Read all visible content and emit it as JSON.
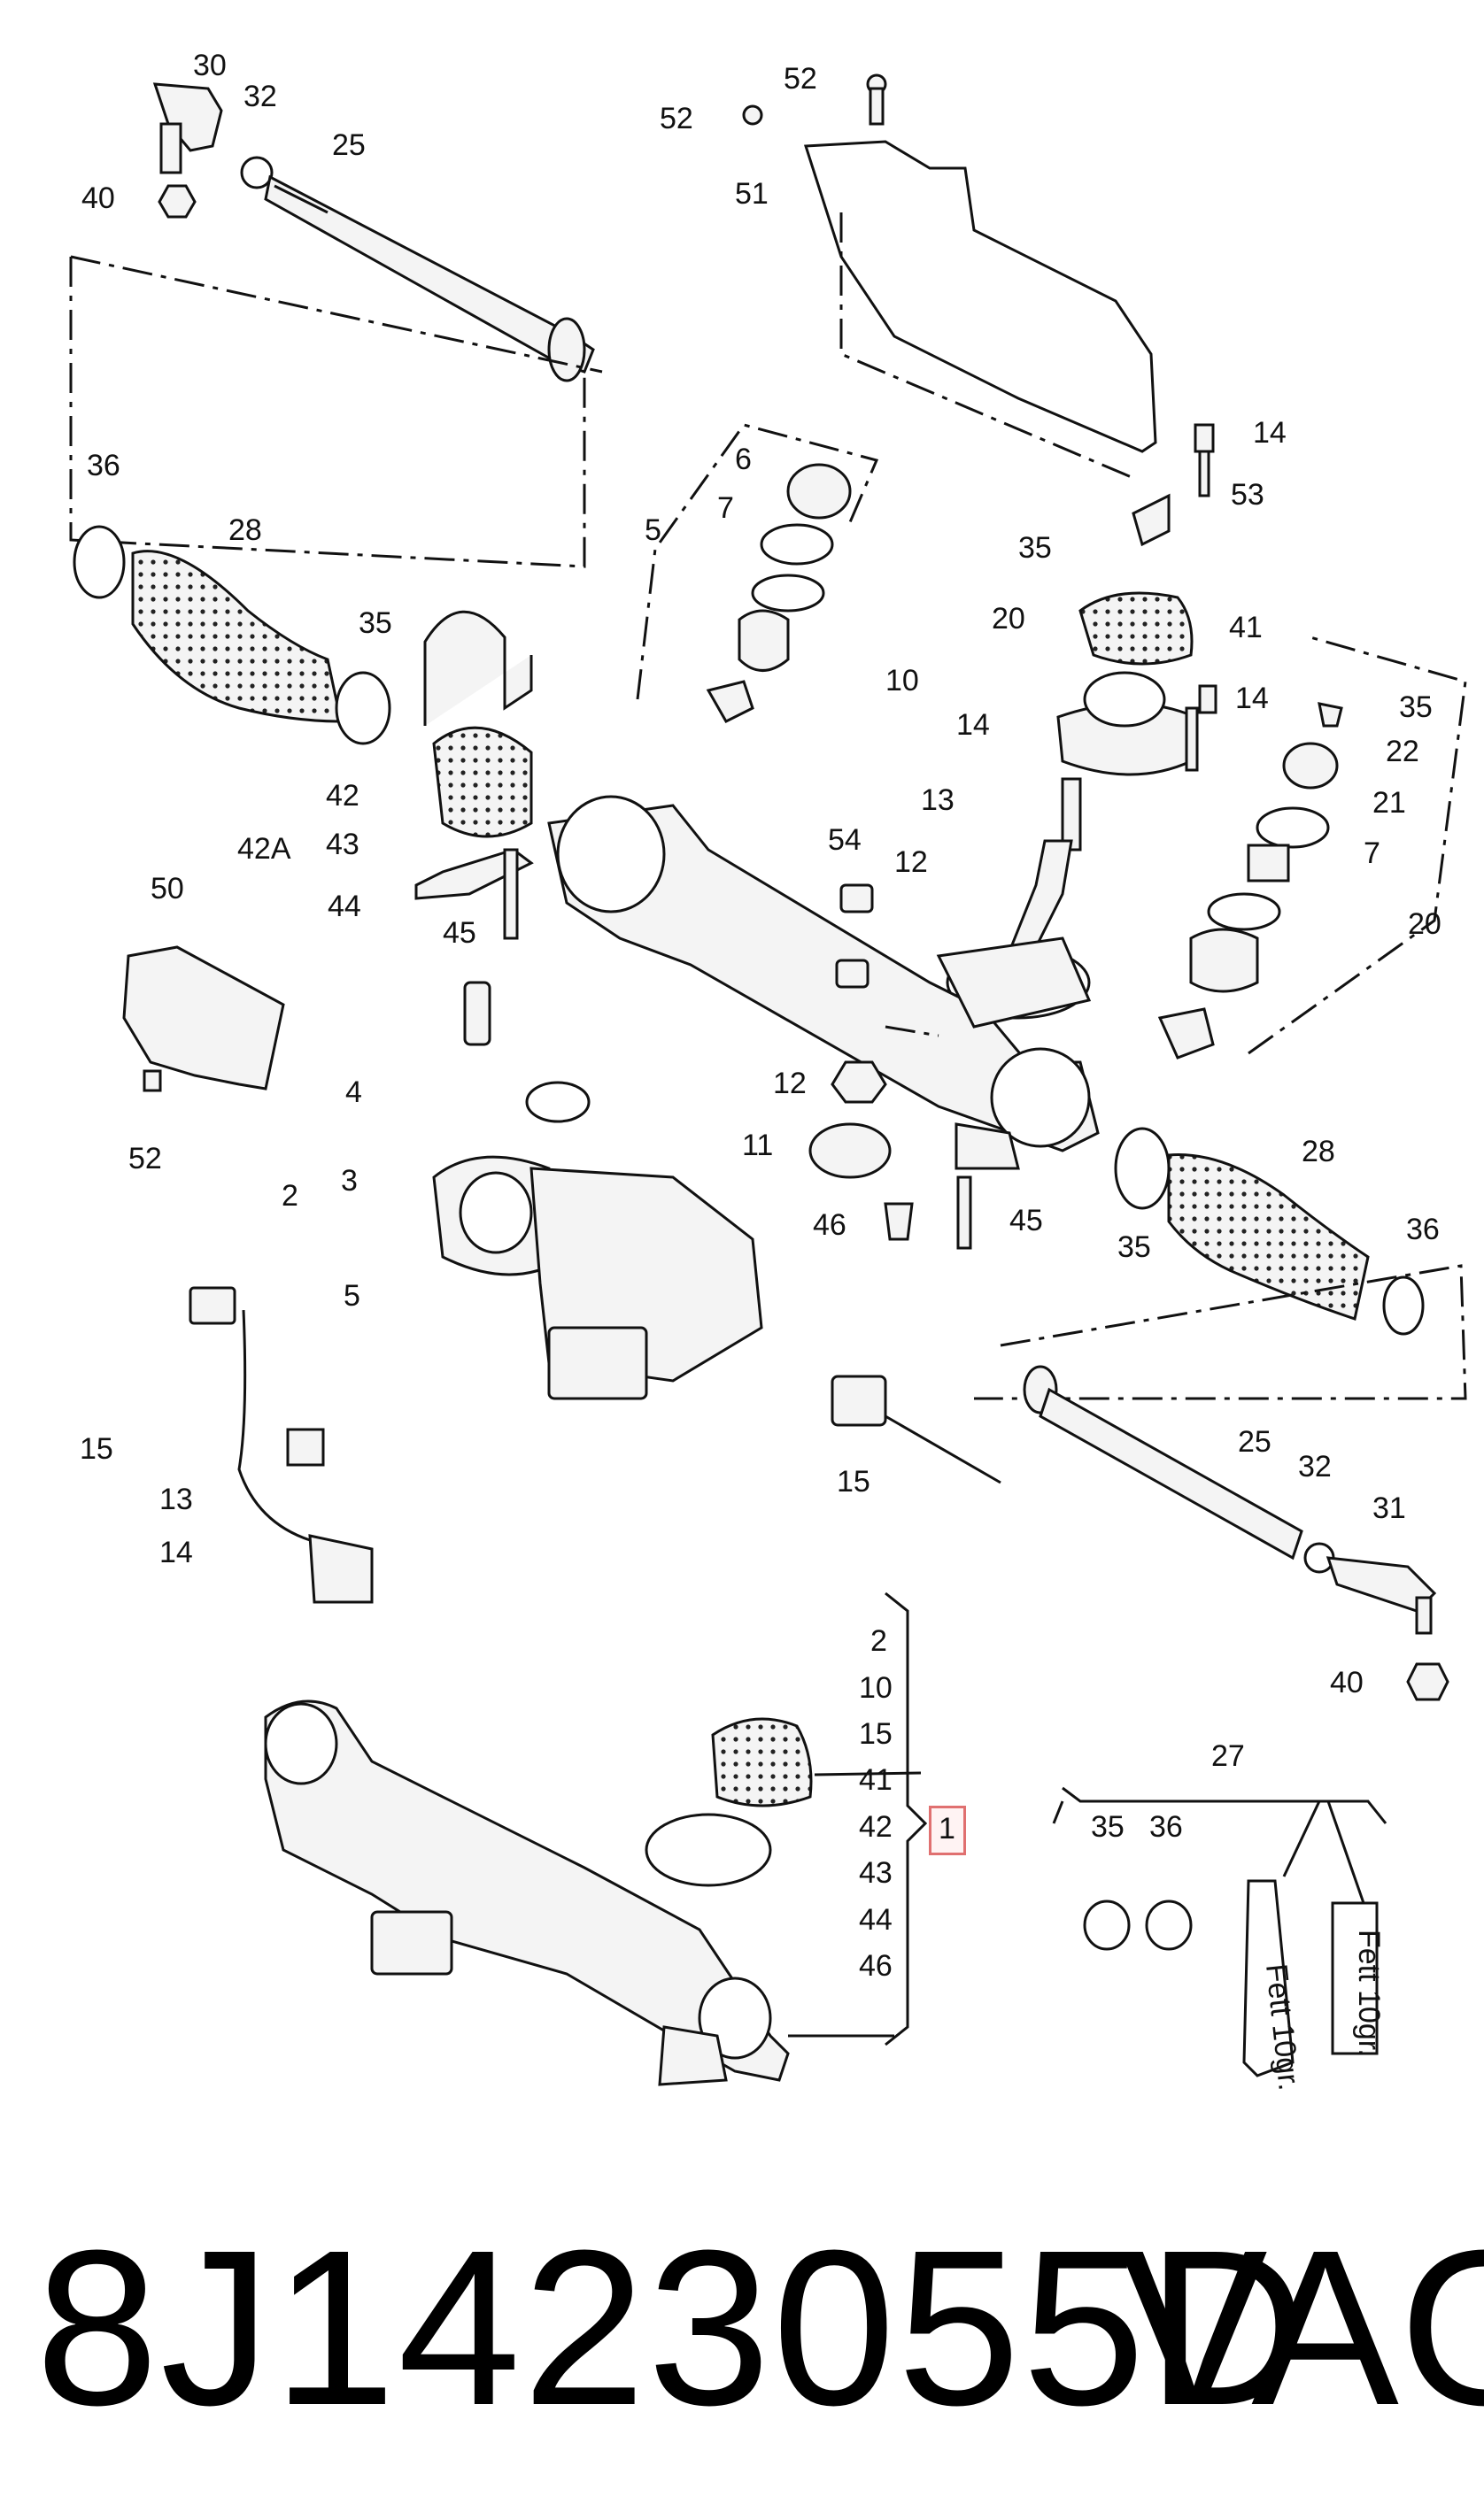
{
  "footer": {
    "part_number": "8J1423055D",
    "brand": "VAG"
  },
  "highlight": {
    "callout": "1",
    "color": "#e07070"
  },
  "callouts": [
    {
      "id": "c30",
      "text": "30"
    },
    {
      "id": "c32a",
      "text": "32"
    },
    {
      "id": "c25a",
      "text": "25"
    },
    {
      "id": "c40a",
      "text": "40"
    },
    {
      "id": "c52a",
      "text": "52"
    },
    {
      "id": "c52b",
      "text": "52"
    },
    {
      "id": "c51",
      "text": "51"
    },
    {
      "id": "c36a",
      "text": "36"
    },
    {
      "id": "c28a",
      "text": "28"
    },
    {
      "id": "c35a",
      "text": "35"
    },
    {
      "id": "c42",
      "text": "42"
    },
    {
      "id": "c42A",
      "text": "42A"
    },
    {
      "id": "c43",
      "text": "43"
    },
    {
      "id": "c44",
      "text": "44"
    },
    {
      "id": "c45a",
      "text": "45"
    },
    {
      "id": "c6",
      "text": "6"
    },
    {
      "id": "c7a",
      "text": "7"
    },
    {
      "id": "c5a",
      "text": "5"
    },
    {
      "id": "c14a",
      "text": "14"
    },
    {
      "id": "c53",
      "text": "53"
    },
    {
      "id": "c35b",
      "text": "35"
    },
    {
      "id": "c20a",
      "text": "20"
    },
    {
      "id": "c10",
      "text": "10"
    },
    {
      "id": "c14b",
      "text": "14"
    },
    {
      "id": "c41",
      "text": "41"
    },
    {
      "id": "c14c",
      "text": "14"
    },
    {
      "id": "c35c",
      "text": "35"
    },
    {
      "id": "c22",
      "text": "22"
    },
    {
      "id": "c21",
      "text": "21"
    },
    {
      "id": "c7b",
      "text": "7"
    },
    {
      "id": "c20b",
      "text": "20"
    },
    {
      "id": "c13a",
      "text": "13"
    },
    {
      "id": "c12a",
      "text": "12"
    },
    {
      "id": "c54",
      "text": "54"
    },
    {
      "id": "c50",
      "text": "50"
    },
    {
      "id": "c52c",
      "text": "52"
    },
    {
      "id": "c4",
      "text": "4"
    },
    {
      "id": "c3",
      "text": "3"
    },
    {
      "id": "c2",
      "text": "2"
    },
    {
      "id": "c5b",
      "text": "5"
    },
    {
      "id": "c12b",
      "text": "12"
    },
    {
      "id": "c11",
      "text": "11"
    },
    {
      "id": "c46",
      "text": "46"
    },
    {
      "id": "c45b",
      "text": "45"
    },
    {
      "id": "c28b",
      "text": "28"
    },
    {
      "id": "c35d",
      "text": "35"
    },
    {
      "id": "c36b",
      "text": "36"
    },
    {
      "id": "c15a",
      "text": "15"
    },
    {
      "id": "c13b",
      "text": "13"
    },
    {
      "id": "c14d",
      "text": "14"
    },
    {
      "id": "c15b",
      "text": "15"
    },
    {
      "id": "c25b",
      "text": "25"
    },
    {
      "id": "c32b",
      "text": "32"
    },
    {
      "id": "c31",
      "text": "31"
    },
    {
      "id": "c40b",
      "text": "40"
    },
    {
      "id": "l2",
      "text": "2"
    },
    {
      "id": "l10",
      "text": "10"
    },
    {
      "id": "l15",
      "text": "15"
    },
    {
      "id": "l41",
      "text": "41"
    },
    {
      "id": "l42",
      "text": "42"
    },
    {
      "id": "l43",
      "text": "43"
    },
    {
      "id": "l44",
      "text": "44"
    },
    {
      "id": "l46",
      "text": "46"
    },
    {
      "id": "c27",
      "text": "27"
    },
    {
      "id": "c35e",
      "text": "35"
    },
    {
      "id": "c36c",
      "text": "36"
    }
  ],
  "tube_label": "Fett 10gr.",
  "box_label": "Fett 10gr."
}
